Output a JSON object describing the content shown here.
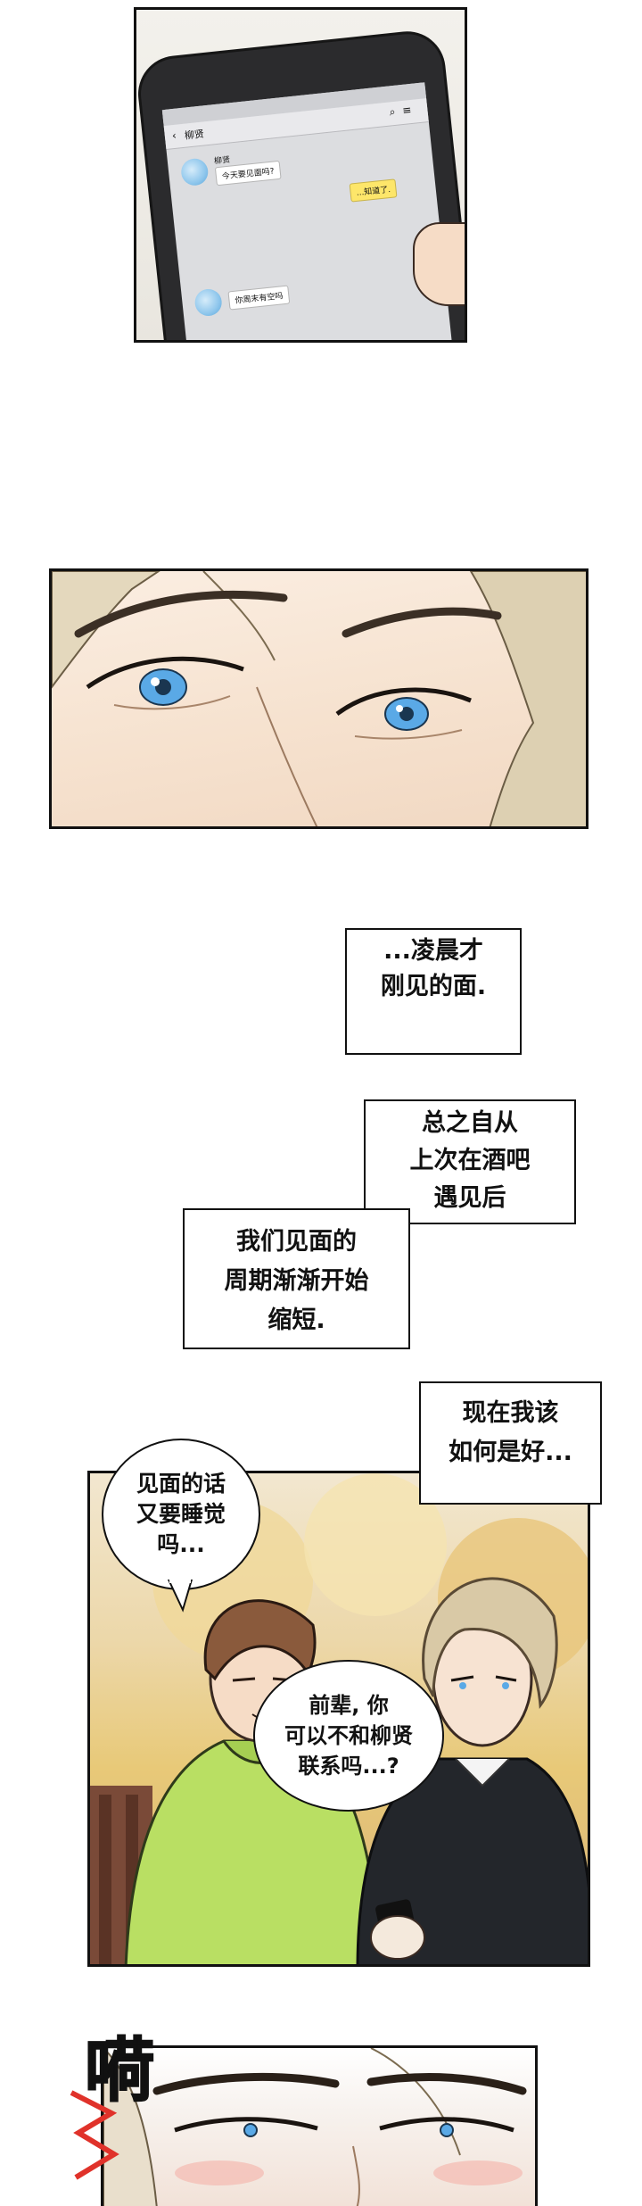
{
  "phone": {
    "contact_name": "柳贤",
    "icons": {
      "back": "chevron-left-icon",
      "search": "search-icon",
      "menu": "menu-icon"
    },
    "messages": [
      {
        "from": "柳贤",
        "sender_label": "柳贤",
        "text": "今天要见面吗?"
      },
      {
        "from": "me",
        "text": "...知道了."
      },
      {
        "from": "柳贤",
        "text": "你周末有空吗"
      }
    ]
  },
  "narration": {
    "box1": [
      "...凌晨才",
      "刚见的面."
    ],
    "box2": [
      "总之自从",
      "上次在酒吧",
      "遇见后"
    ],
    "box3": [
      "我们见面的",
      "周期渐渐开始",
      "缩短."
    ],
    "box4": [
      "现在我该",
      "如何是好..."
    ]
  },
  "speech": {
    "bubble1": [
      "见面的话",
      "又要睡觉",
      "吗..."
    ],
    "bubble2": [
      "前辈, 你",
      "可以不和柳贤",
      "联系吗...?"
    ]
  },
  "sfx": "嗬",
  "colors": {
    "eye_blue": "#5aa9e6",
    "hair_blonde": "#d9c9a6",
    "hoodie_green": "#b9df63",
    "sweater_dark": "#23262b",
    "chat_yellow": "#fde66a"
  }
}
